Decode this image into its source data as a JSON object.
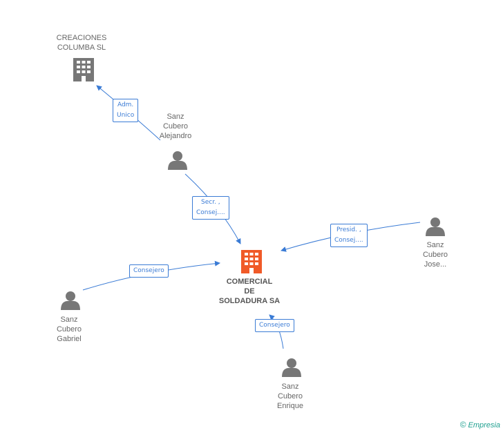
{
  "nodes": {
    "creaciones": {
      "lines": [
        "CREACIONES",
        "COLUMBA SL"
      ]
    },
    "alejandro": {
      "lines": [
        "Sanz",
        "Cubero",
        "Alejandro"
      ]
    },
    "jose": {
      "lines": [
        "Sanz",
        "Cubero",
        "Jose..."
      ]
    },
    "gabriel": {
      "lines": [
        "Sanz",
        "Cubero",
        "Gabriel"
      ]
    },
    "enrique": {
      "lines": [
        "Sanz",
        "Cubero",
        "Enrique"
      ]
    },
    "center": {
      "lines": [
        "COMERCIAL",
        "DE",
        "SOLDADURA SA"
      ]
    }
  },
  "relations": {
    "adm_unico": {
      "lines": [
        "Adm.",
        "Unico"
      ]
    },
    "secr_consej": {
      "lines": [
        "Secr. ,",
        "Consej...."
      ]
    },
    "presid_consej": {
      "lines": [
        "Presid. ,",
        "Consej...."
      ]
    },
    "consejero_gabriel": {
      "lines": [
        "Consejero"
      ]
    },
    "consejero_enrique": {
      "lines": [
        "Consejero"
      ]
    }
  },
  "footer": {
    "copyright": "©",
    "brand": "Empresia"
  },
  "colors": {
    "edge": "#3a7bd5",
    "person": "#777777",
    "company": "#777777",
    "center_company": "#f05a28"
  }
}
